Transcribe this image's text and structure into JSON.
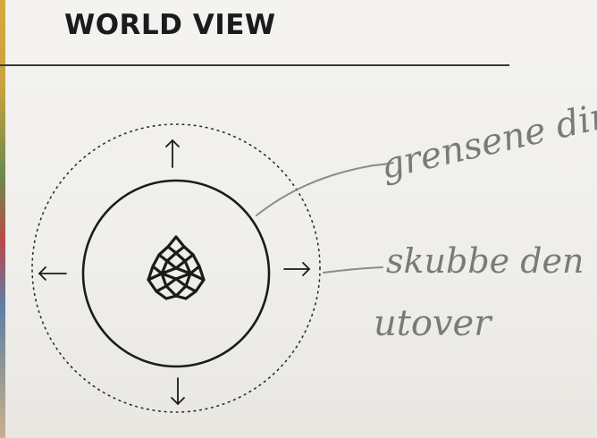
{
  "header": {
    "title": "WORLD VIEW"
  },
  "diagram": {
    "center_icon": "pine-cone-icon",
    "arrow_icons": [
      "arrow-up-icon",
      "arrow-right-icon",
      "arrow-down-icon",
      "arrow-left-icon"
    ]
  },
  "annotations": {
    "note_1": "grensene din",
    "note_2_line_1": "skubbe den",
    "note_2_line_2": "utover"
  },
  "colors": {
    "ink": "#1b1b1b",
    "pencil": "#7a7a78",
    "paper": "#f1f0ec"
  }
}
